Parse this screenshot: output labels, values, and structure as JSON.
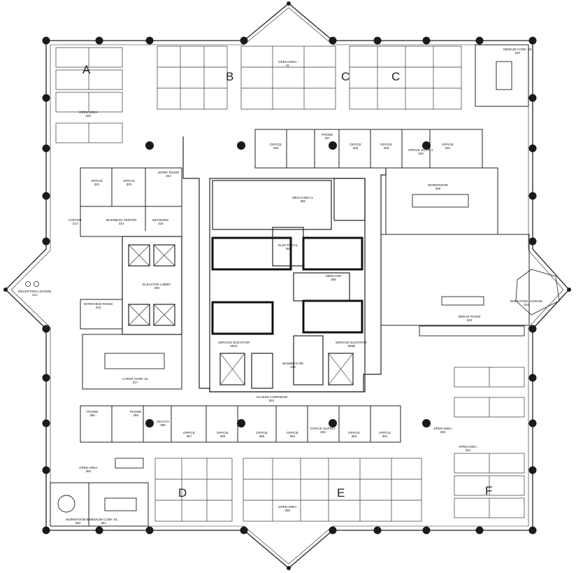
{
  "plan": {
    "zones": [
      "A",
      "B",
      "C",
      "C",
      "D",
      "E",
      "F"
    ],
    "rooms": [
      {
        "id": "open-area-a",
        "name": "OPEN AREA",
        "number": "320"
      },
      {
        "id": "open-area-b",
        "name": "OPEN AREA",
        "number": "41"
      },
      {
        "id": "medium-conf-33",
        "name": "MEDIUM CONF. 33",
        "number": "333"
      },
      {
        "id": "office-321",
        "name": "OFFICE",
        "number": "321"
      },
      {
        "id": "office-322",
        "name": "OFFICE",
        "number": "322"
      },
      {
        "id": "work-room-322",
        "name": "WORK ROOM",
        "number": "322"
      },
      {
        "id": "coffee",
        "name": "COFFEE",
        "number": "313"
      },
      {
        "id": "business-center",
        "name": "BUSINESS CENTER",
        "number": "314"
      },
      {
        "id": "network",
        "name": "NETWORK",
        "number": "315"
      },
      {
        "id": "office-325",
        "name": "OFFICE",
        "number": "325"
      },
      {
        "id": "phone-327",
        "name": "PHONE",
        "number": "327"
      },
      {
        "id": "office-328",
        "name": "OFFICE",
        "number": "328"
      },
      {
        "id": "office-329",
        "name": "OFFICE",
        "number": "329"
      },
      {
        "id": "office-supply-330",
        "name": "OFFICE SUPPLY",
        "number": "330"
      },
      {
        "id": "office-331",
        "name": "OFFICE",
        "number": "331"
      },
      {
        "id": "mechanical",
        "name": "MECHANICAL",
        "number": "305"
      },
      {
        "id": "workroom-339",
        "name": "WORKROOM",
        "number": "339"
      },
      {
        "id": "electrical",
        "name": "ELECTRICAL",
        "number": "306"
      },
      {
        "id": "reception-lounge",
        "name": "RECEPTION LOUNGE",
        "number": "312"
      },
      {
        "id": "elevator-lobby",
        "name": "ELEVATOR LOBBY",
        "number": "300"
      },
      {
        "id": "mens-rr",
        "name": "MEN'S RR",
        "number": "308"
      },
      {
        "id": "interview-room",
        "name": "INTERVIEW ROOM",
        "number": "310"
      },
      {
        "id": "employee-lounge",
        "name": "EMPLOYEE LOUNGE",
        "number": "341"
      },
      {
        "id": "break-room",
        "name": "BREAK ROOM",
        "number": "342"
      },
      {
        "id": "service-elevator-a",
        "name": "SERVICE ELEVATOR",
        "number": "303A"
      },
      {
        "id": "service-elevator-b",
        "name": "SERVICE ELEVATOR",
        "number": "303B"
      },
      {
        "id": "womens-rr",
        "name": "WOMEN'S RR",
        "number": "310"
      },
      {
        "id": "large-conf",
        "name": "LARGE CONF. 81",
        "number": "317"
      },
      {
        "id": "access-corridor",
        "name": "ACCESS CORRIDOR",
        "number": "301"
      },
      {
        "id": "phone-360",
        "name": "PHONE",
        "number": "360"
      },
      {
        "id": "phone-359",
        "name": "PHONE",
        "number": "359"
      },
      {
        "id": "health",
        "name": "HEALTH",
        "number": "358"
      },
      {
        "id": "office-357",
        "name": "OFFICE",
        "number": "357"
      },
      {
        "id": "office-356",
        "name": "OFFICE",
        "number": "356"
      },
      {
        "id": "office-355",
        "name": "OFFICE",
        "number": "355"
      },
      {
        "id": "office-354",
        "name": "OFFICE",
        "number": "354"
      },
      {
        "id": "office-supply-353",
        "name": "OFFICE SUPPLY",
        "number": "353"
      },
      {
        "id": "office-352",
        "name": "OFFICE",
        "number": "352"
      },
      {
        "id": "office-351",
        "name": "OFFICE",
        "number": "351"
      },
      {
        "id": "open-area-345",
        "name": "OPEN AREA",
        "number": "345"
      },
      {
        "id": "open-area-344",
        "name": "OPEN AREA",
        "number": "344"
      },
      {
        "id": "open-area-363",
        "name": "OPEN AREA",
        "number": "363"
      },
      {
        "id": "workroom-362",
        "name": "WORKROOM 62",
        "number": "362"
      },
      {
        "id": "medium-conf-361",
        "name": "MEDIUM CONF. 61",
        "number": "361"
      },
      {
        "id": "open-area-350",
        "name": "OPEN AREA",
        "number": "350"
      }
    ]
  }
}
